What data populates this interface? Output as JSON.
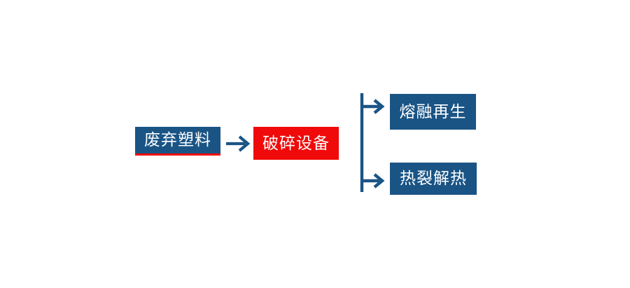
{
  "diagram": {
    "type": "process-flow",
    "orientation": "left-to-right",
    "background_color": "#ffffff",
    "palette": {
      "primary_blue": "#1a5485",
      "accent_red": "#f00a0a",
      "node_text": "#ffffff",
      "connector": "#1a5485"
    },
    "nodes": [
      {
        "id": "waste-plastic",
        "label": "废弃塑料",
        "role": "input",
        "fill": "#1a5485",
        "text_color": "#ffffff",
        "accent_underline_color": "#f00a0a"
      },
      {
        "id": "crusher",
        "label": "破碎设备",
        "role": "process",
        "fill": "#f00a0a",
        "text_color": "#ffffff",
        "accent_underline_color": null
      },
      {
        "id": "melt-regeneration",
        "label": "熔融再生",
        "role": "output",
        "fill": "#1a5485",
        "text_color": "#ffffff",
        "accent_underline_color": null
      },
      {
        "id": "pyrolysis-heat",
        "label": "热裂解热",
        "role": "output",
        "fill": "#1a5485",
        "text_color": "#ffffff",
        "accent_underline_color": null
      }
    ],
    "connectors": [
      {
        "id": "main-arrow",
        "shape": "straight-arrow",
        "from": "waste-plastic",
        "to": "crusher",
        "color": "#1a5485"
      },
      {
        "id": "split-bracket",
        "shape": "bracket-two-branch-arrows",
        "from": "crusher",
        "to": [
          "melt-regeneration",
          "pyrolysis-heat"
        ],
        "color": "#1a5485"
      }
    ]
  }
}
